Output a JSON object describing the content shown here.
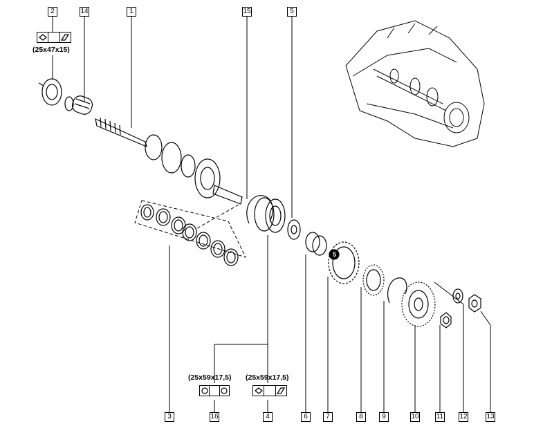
{
  "callouts": {
    "c1": "1",
    "c2": "2",
    "c3": "3",
    "c4": "4",
    "c5": "5",
    "c6": "6",
    "c7": "7",
    "c8": "8",
    "c9": "9",
    "c10": "10",
    "c11": "11",
    "c12": "12",
    "c13": "13",
    "c14": "14",
    "c15": "15",
    "c16": "16"
  },
  "bearing_specs": {
    "spec_top": "(25x47x15)",
    "spec_left": "(25x59x17,5)",
    "spec_right": "(25x59x17,5)"
  },
  "gear_mark": "5",
  "colors": {
    "line": "#000000",
    "background": "#ffffff"
  },
  "icons": [
    "tapered-bearing-symbol",
    "ball-bearing-symbol"
  ]
}
